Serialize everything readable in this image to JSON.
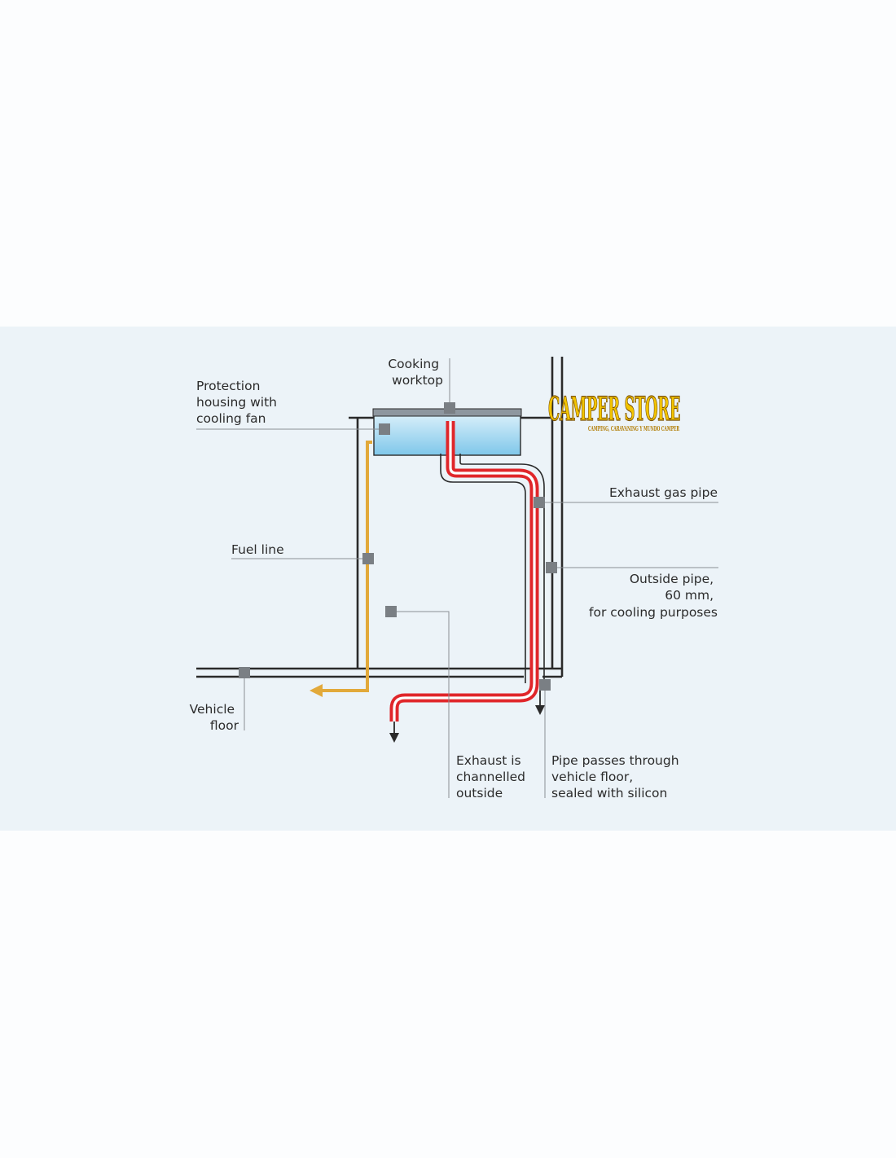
{
  "labels": {
    "cooking_worktop": [
      "Cooking",
      "worktop"
    ],
    "protection_housing": [
      "Protection",
      "housing with",
      "cooling fan"
    ],
    "fuel_line": [
      "Fuel line"
    ],
    "exhaust_gas_pipe": [
      "Exhaust gas pipe"
    ],
    "outside_pipe": [
      "Outside pipe,",
      "60 mm,",
      "for cooling purposes"
    ],
    "vehicle_floor": [
      "Vehicle",
      "floor"
    ],
    "exhaust_outside": [
      "Exhaust is",
      "channelled",
      "outside"
    ],
    "pipe_passes": [
      "Pipe passes through",
      "vehicle floor,",
      "sealed with silicon"
    ]
  },
  "logo": {
    "title": "CAMPER STORE",
    "subtitle": "CAMPING, CARAVANING Y MUNDO CAMPER"
  },
  "colors": {
    "panel_bg": "#ecf3f8",
    "exhaust_red": "#e0262a",
    "fuel_orange": "#e2a93a",
    "wall": "#2a2a2a",
    "marker": "#7a7f84",
    "worktop_top": "#dff2fb",
    "worktop_bottom": "#7fc7ea"
  }
}
